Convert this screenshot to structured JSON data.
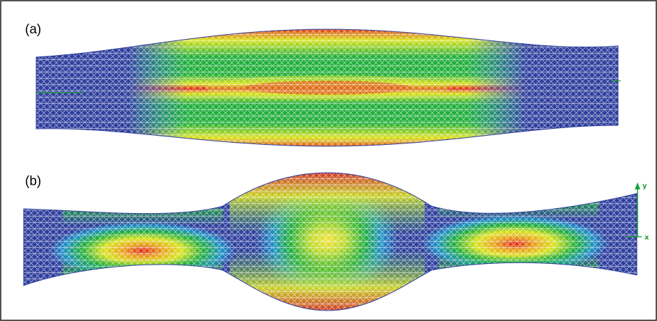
{
  "panels": [
    {
      "id": "a",
      "label": "(a)"
    },
    {
      "id": "b",
      "label": "(b)"
    }
  ],
  "axes": {
    "y_label": "y",
    "x_label": "x"
  },
  "colors": {
    "frame": "#1a1a1a",
    "mesh_low": "#2f3f9e",
    "mesh_mid_low": "#2a7fd0",
    "mesh_mid": "#1fae3a",
    "mesh_mid_high": "#d9e21a",
    "mesh_high": "#e2281c",
    "axis_arrow": "#1aa33a"
  }
}
